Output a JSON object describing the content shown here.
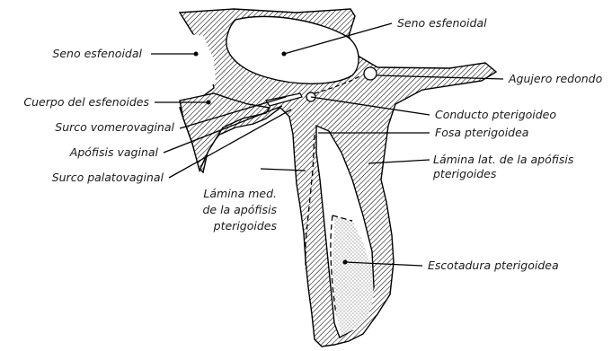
{
  "diagram": {
    "labels": {
      "seno_esfenoidal_right": "Seno esfenoidal",
      "seno_esfenoidal_left": "Seno esfenoidal",
      "agujero_redondo": "Agujero redondo",
      "cuerpo_esfenoides": "Cuerpo del esfenoides",
      "conducto_pterigoideo": "Conducto pterigoideo",
      "surco_vomerovaginal": "Surco vomerovaginal",
      "fosa_pterigoidea": "Fosa pterigoidea",
      "apofisis_vaginal": "Apófisis vaginal",
      "lamina_lat_1": "Lámina lat. de la apófisis",
      "lamina_lat_2": "pterigoides",
      "surco_palatovaginal": "Surco palatovaginal",
      "lamina_med_1": "Lámina med.",
      "lamina_med_2": "de la apófisis",
      "lamina_med_3": "pterigoides",
      "escotadura_pterigoidea": "Escotadura pterigoidea"
    }
  }
}
